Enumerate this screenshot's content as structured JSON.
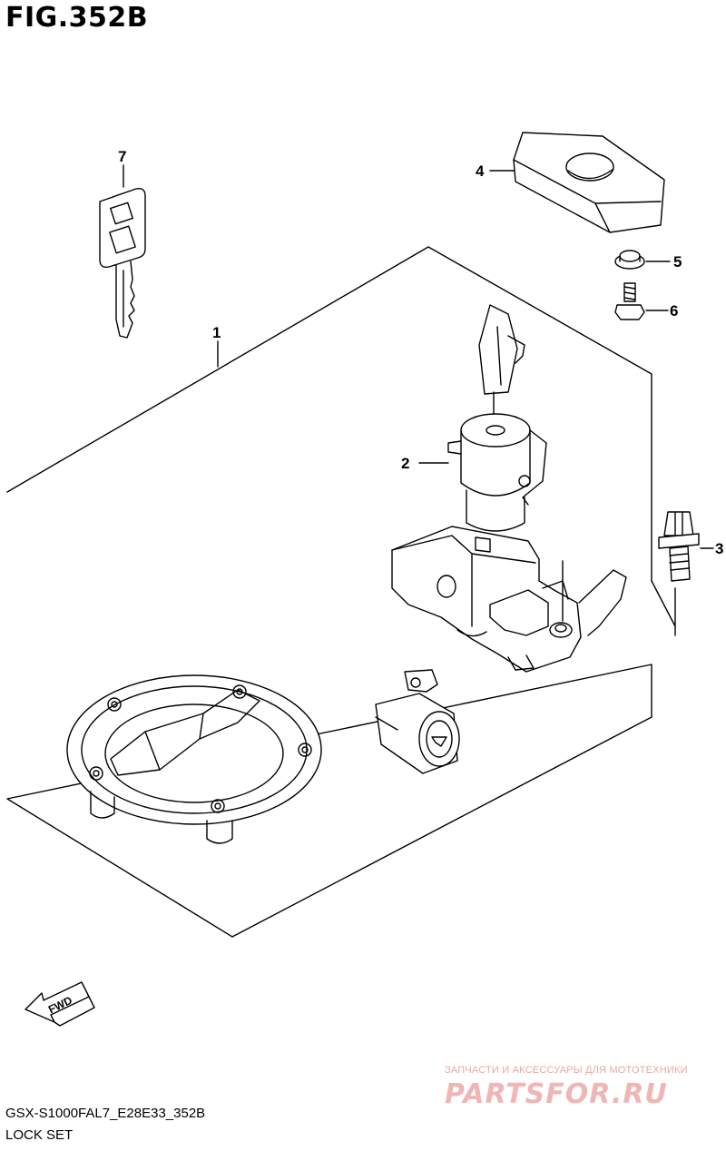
{
  "figure": {
    "title": "FIG.352B",
    "footer_code": "GSX-S1000FAL7_E28E33_352B",
    "footer_name": "LOCK SET"
  },
  "callouts": {
    "c1": "1",
    "c2": "2",
    "c3": "3",
    "c4": "4",
    "c5": "5",
    "c6": "6",
    "c7": "7"
  },
  "direction_arrow": {
    "label": "FWD"
  },
  "watermark": {
    "tagline": "ЗАПЧАСТИ И АКСЕССУАРЫ ДЛЯ МОТОТЕХНИКИ",
    "logo": "PARTSFOR.RU"
  },
  "colors": {
    "line": "#000000",
    "background": "#ffffff",
    "watermark": "#f0b5b5"
  }
}
